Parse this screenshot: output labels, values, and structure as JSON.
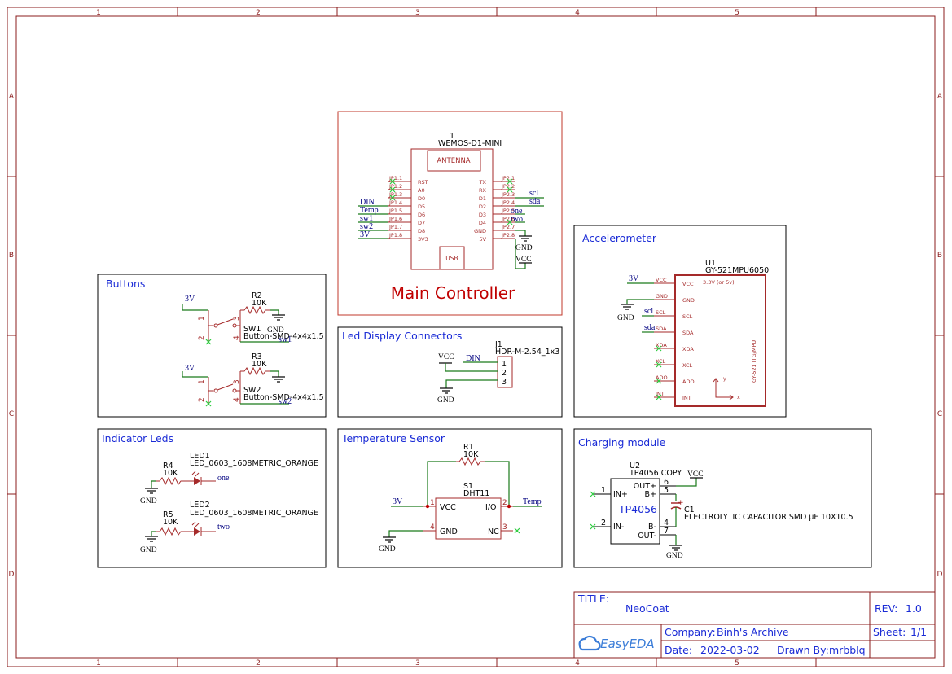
{
  "zones": {
    "cols": [
      "1",
      "2",
      "3",
      "4",
      "5"
    ],
    "rows": [
      "A",
      "B",
      "C",
      "D"
    ]
  },
  "blocks": {
    "main_controller": "Main Controller",
    "buttons": "Buttons",
    "led_display": "Led Display Connectors",
    "accelerometer": "Accelerometer",
    "indicator_leds": "Indicator Leds",
    "temperature": "Temperature Sensor",
    "charging": "Charging module"
  },
  "wemos": {
    "ref": "1",
    "name": "WEMOS-D1-MINI",
    "antenna": "ANTENNA",
    "usb": "USB",
    "left_pins": [
      "RST",
      "A0",
      "D0",
      "D5",
      "D6",
      "D7",
      "D8",
      "3V3"
    ],
    "left_ids": [
      "JP1.1",
      "JP1.2",
      "JP1.3",
      "JP1.4",
      "JP1.5",
      "JP1.6",
      "JP1.7",
      "JP1.8"
    ],
    "right_pins": [
      "TX",
      "RX",
      "D1",
      "D2",
      "D3",
      "D4",
      "GND",
      "5V"
    ],
    "right_ids": [
      "JP2.1",
      "JP2.2",
      "JP2.3",
      "JP2.4",
      "JP2.5",
      "JP2.6",
      "JP2.7",
      "JP2.8"
    ],
    "left_nets": [
      "DIN",
      "Temp",
      "sw1",
      "sw2",
      "3V"
    ],
    "right_nets": [
      "scl",
      "sda",
      "one",
      "two"
    ],
    "gnd": "GND",
    "vcc": "VCC"
  },
  "buttons": {
    "r2_ref": "R2",
    "r2_val": "10K",
    "r3_ref": "R3",
    "r3_val": "10K",
    "sw1_ref": "SW1",
    "sw1_val": "Button-SMD-4x4x1.5",
    "sw1_net": "sw1",
    "sw2_ref": "SW2",
    "sw2_val": "Button-SMD-4x4x1.5",
    "sw2_net": "sw2",
    "net_3v": "3V",
    "gnd": "GND",
    "pins": [
      "1",
      "2",
      "3",
      "4"
    ]
  },
  "led_display": {
    "ref": "J1",
    "value": "HDR-M-2.54_1x3",
    "vcc": "VCC",
    "din": "DIN",
    "gnd": "GND",
    "pins": [
      "1",
      "2",
      "3"
    ]
  },
  "accelerometer": {
    "ref": "U1",
    "value": "GY-521MPU6050",
    "note": "3.3V (or 5v)",
    "pins": [
      "VCC",
      "GND",
      "SCL",
      "SDA",
      "XDA",
      "XCL",
      "ADO",
      "INT"
    ],
    "nets": [
      "3V",
      "GND",
      "scl",
      "sda"
    ],
    "side_text": "GY-521   ITG/MPU",
    "axis_y": "y",
    "axis_x": "x"
  },
  "indicator_leds": {
    "led1_ref": "LED1",
    "led1_val": "LED_0603_1608METRIC_ORANGE",
    "r4_ref": "R4",
    "r4_val": "10K",
    "net1": "one",
    "led2_ref": "LED2",
    "led2_val": "LED_0603_1608METRIC_ORANGE",
    "r5_ref": "R5",
    "r5_val": "10K",
    "net2": "two",
    "gnd": "GND"
  },
  "temperature": {
    "r1_ref": "R1",
    "r1_val": "10K",
    "s1_ref": "S1",
    "s1_val": "DHT11",
    "pins": [
      "VCC",
      "I/O",
      "GND",
      "NC"
    ],
    "nums": [
      "1",
      "2",
      "4",
      "3"
    ],
    "net_3v": "3V",
    "net_temp": "Temp",
    "gnd": "GND"
  },
  "charging": {
    "u2_ref": "U2",
    "u2_val": "TP4056 COPY",
    "chip": "TP4056",
    "pins": [
      "OUT+",
      "B+",
      "IN+",
      "IN-",
      "B-",
      "OUT-"
    ],
    "nums": [
      "6",
      "5",
      "1",
      "2",
      "4",
      "7"
    ],
    "c1_ref": "C1",
    "c1_val": "ELECTROLYTIC CAPACITOR SMD µF 10X10.5",
    "vcc": "VCC",
    "gnd": "GND",
    "plus": "+"
  },
  "title_block": {
    "title_label": "TITLE:",
    "title": "NeoCoat",
    "rev_label": "REV:",
    "rev": "1.0",
    "company_label": "Company:",
    "company": "Binh's Archive",
    "sheet_label": "Sheet:",
    "sheet": "1/1",
    "date_label": "Date:",
    "date": "2022-03-02",
    "drawn_label": "Drawn By:",
    "drawn": "mrbblq",
    "logo": "EasyEDA"
  }
}
